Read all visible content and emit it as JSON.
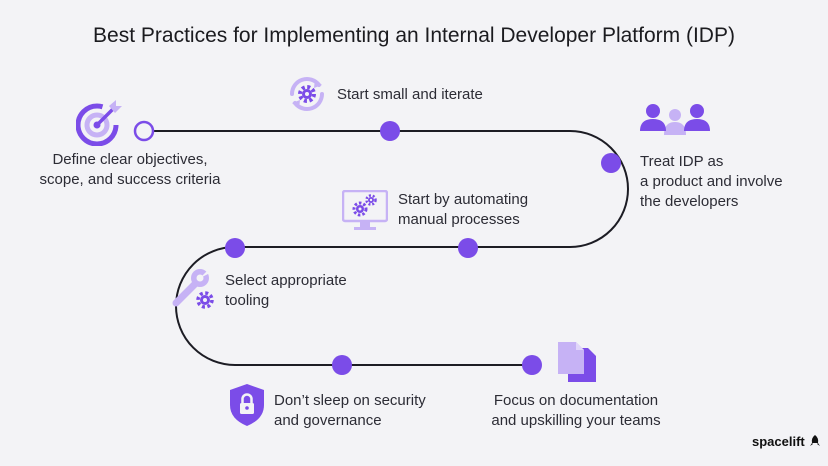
{
  "title": "Best Practices for Implementing an Internal Developer Platform (IDP)",
  "brand": "spacelift",
  "colors": {
    "accent": "#7b4ce8",
    "accent_light": "#c6b2f5",
    "line": "#1c1c24",
    "background": "#f3f3f6"
  },
  "steps": [
    {
      "icon": "target-icon",
      "lines": [
        "Define clear objectives,",
        "scope, and success criteria"
      ]
    },
    {
      "icon": "refresh-gear-icon",
      "lines": [
        "Start small and iterate"
      ]
    },
    {
      "icon": "users-icon",
      "lines": [
        "Treat IDP as",
        "a product and involve",
        "the developers"
      ]
    },
    {
      "icon": "monitor-gears-icon",
      "lines": [
        "Start by automating",
        "manual processes"
      ]
    },
    {
      "icon": "wrench-gear-icon",
      "lines": [
        "Select appropriate",
        "tooling"
      ]
    },
    {
      "icon": "lock-shield-icon",
      "lines": [
        "Don’t sleep on security",
        "and governance"
      ]
    },
    {
      "icon": "documents-icon",
      "lines": [
        "Focus on documentation",
        "and upskilling your teams"
      ]
    }
  ]
}
